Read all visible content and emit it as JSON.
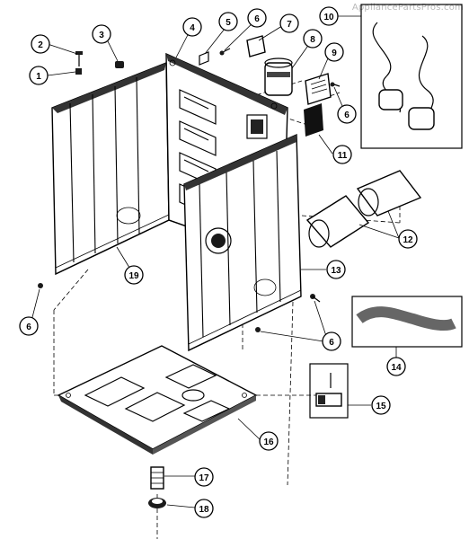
{
  "watermark": "AppliancePartsPros.com",
  "callouts": [
    {
      "id": "1",
      "label": "1"
    },
    {
      "id": "2",
      "label": "2"
    },
    {
      "id": "3",
      "label": "3"
    },
    {
      "id": "4",
      "label": "4"
    },
    {
      "id": "5",
      "label": "5"
    },
    {
      "id": "6a",
      "label": "6"
    },
    {
      "id": "7",
      "label": "7"
    },
    {
      "id": "8",
      "label": "8"
    },
    {
      "id": "9",
      "label": "9"
    },
    {
      "id": "10",
      "label": "10"
    },
    {
      "id": "6b",
      "label": "6"
    },
    {
      "id": "11",
      "label": "11"
    },
    {
      "id": "12",
      "label": "12"
    },
    {
      "id": "19",
      "label": "19"
    },
    {
      "id": "13",
      "label": "13"
    },
    {
      "id": "6c",
      "label": "6"
    },
    {
      "id": "6d",
      "label": "6"
    },
    {
      "id": "14",
      "label": "14"
    },
    {
      "id": "15",
      "label": "15"
    },
    {
      "id": "16",
      "label": "16"
    },
    {
      "id": "17",
      "label": "17"
    },
    {
      "id": "18",
      "label": "18"
    }
  ]
}
